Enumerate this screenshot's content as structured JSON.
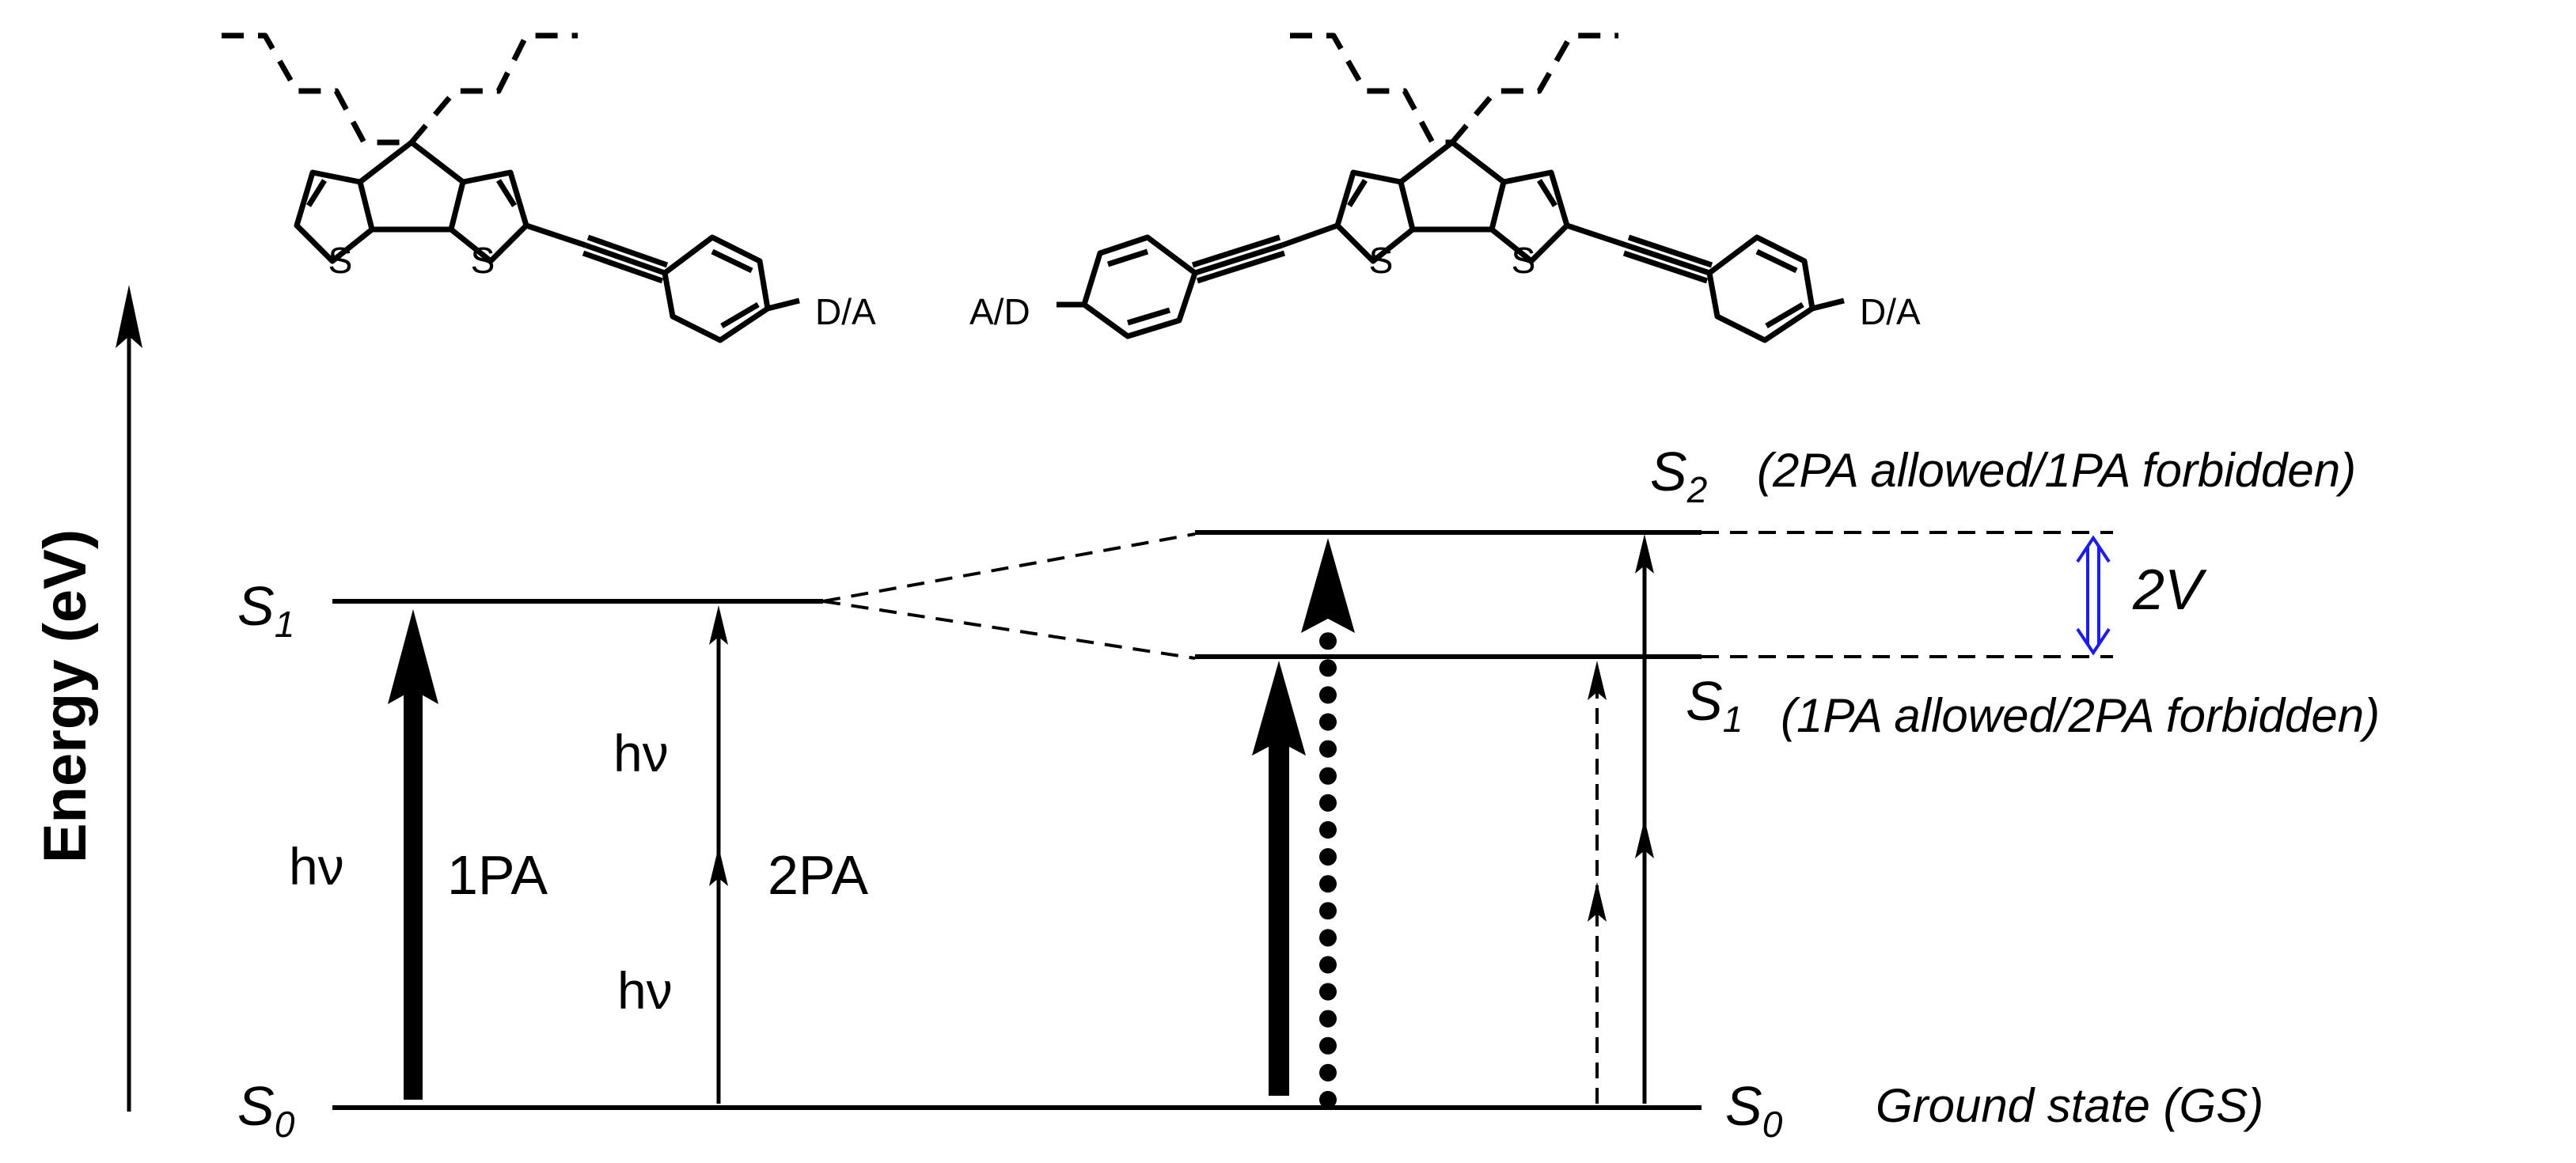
{
  "axis": {
    "label": "Energy (eV)"
  },
  "molecule_left": {
    "s_label_1": "S",
    "s_label_2": "S",
    "end_group": "D/A"
  },
  "molecule_right": {
    "s_label_1": "S",
    "s_label_2": "S",
    "end_group_left": "A/D",
    "end_group_right": "D/A"
  },
  "left_diagram": {
    "s1_label": "S",
    "s1_sub": "1",
    "s0_label": "S",
    "s0_sub": "0",
    "photon_1pa": "hν",
    "label_1pa": "1PA",
    "photon_2pa_top": "hν",
    "photon_2pa_bottom": "hν",
    "label_2pa": "2PA"
  },
  "right_diagram": {
    "s2_label": "S",
    "s2_sub": "2",
    "s2_desc": "(2PA allowed/1PA forbidden)",
    "s1_label": "S",
    "s1_sub": "1",
    "s1_desc": "(1PA allowed/2PA forbidden)",
    "s0_label": "S",
    "s0_sub": "0",
    "s0_desc": "Ground state (GS)",
    "splitting_label": "2V",
    "splitting_color": "#1a1aff"
  }
}
